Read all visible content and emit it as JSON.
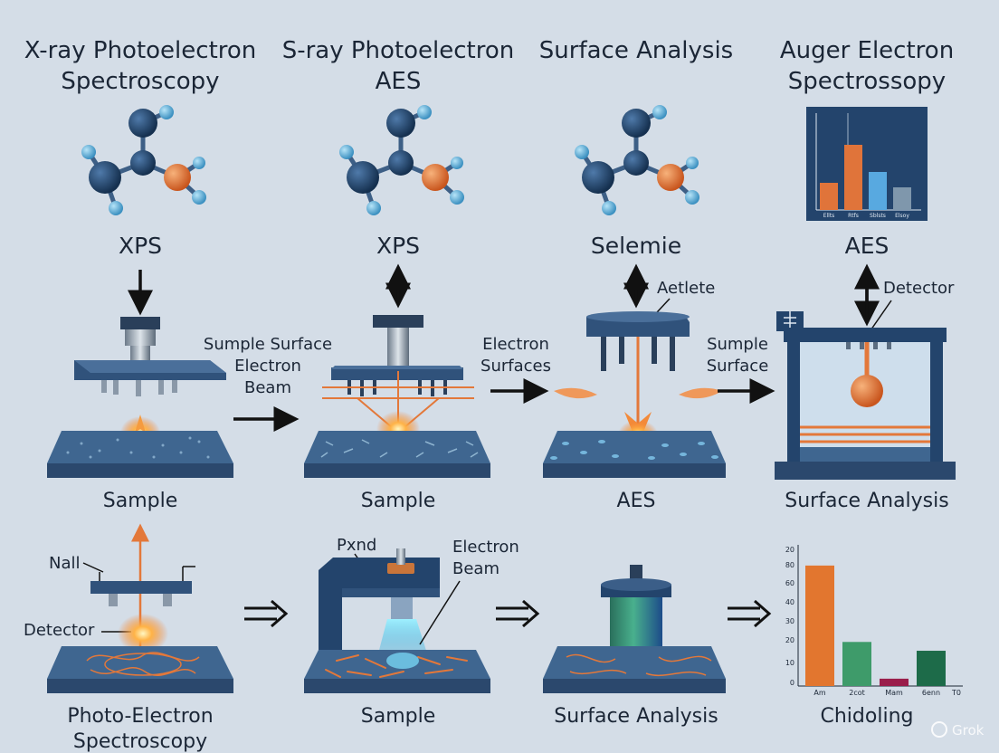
{
  "headings": [
    [
      "X-ray Photoelectron",
      "Spectroscopy"
    ],
    [
      "S-ray Photoelectron",
      "AES"
    ],
    [
      "Surface Analysis"
    ],
    [
      "Auger Electron",
      "Spectrossopy"
    ]
  ],
  "row1": {
    "acronyms": [
      "XPS",
      "XPS",
      "Selemie",
      "AES"
    ],
    "captions": [
      "Sample",
      "Sample",
      "AES",
      "Surface Analysis"
    ],
    "notes": {
      "stage2": [
        "Sumple Surface",
        "Electron",
        "Beam"
      ],
      "stage3": [
        "Electron",
        "Surfaces"
      ],
      "stage3_label": "Aetlete",
      "stage4": [
        "Sumple",
        "Surface"
      ],
      "stage4_label": "Detector"
    }
  },
  "row2": {
    "captions": [
      [
        "Photo-Electron",
        "Spectroscopy"
      ],
      [
        "Sample"
      ],
      [
        "Surface Analysis"
      ],
      [
        "Chidoling"
      ]
    ],
    "notes": {
      "nall": "Nall",
      "detector": "Detector",
      "pxnd": "Pxnd",
      "electron_beam": [
        "Electron",
        "Beam"
      ]
    }
  },
  "chart_data": [
    {
      "type": "bar",
      "categories": [
        "Ellts",
        "Rtfs",
        "Sblsts",
        "Elsoy"
      ],
      "series": [
        {
          "values": [
            30,
            72,
            0,
            0
          ]
        },
        {
          "values": [
            0,
            0,
            42,
            25
          ]
        }
      ],
      "colors": [
        "#e0743a",
        "#e0743a",
        "#58a9e0",
        "#7f97ac"
      ]
    },
    {
      "type": "bar",
      "categories": [
        "Am",
        "2cot",
        "Mam",
        "6enn"
      ],
      "values": [
        82,
        30,
        5,
        24
      ],
      "colors": [
        "#e2762f",
        "#3e9b6a",
        "#9a1e4b",
        "#1d6b49"
      ],
      "yticks": [
        20,
        80,
        60,
        40,
        30,
        20,
        10,
        0
      ],
      "x_end_label": "T0"
    }
  ],
  "watermark": "Grok",
  "colors": {
    "background": "#d4dde7",
    "navy": "#23446c",
    "slab": "#37587f",
    "orange": "#e3783a",
    "atom_dark": "#1f3c63",
    "atom_light": "#5fb1dc",
    "text": "#1b2636"
  }
}
